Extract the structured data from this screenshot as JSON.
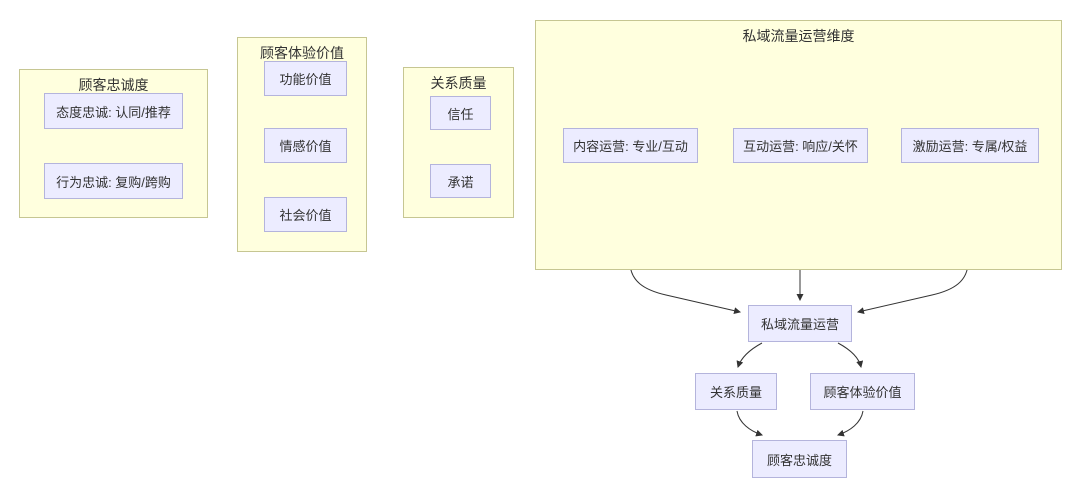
{
  "colors": {
    "background": "#ffffff",
    "cluster_fill": "#ffffde",
    "cluster_border": "#c6c692",
    "node_fill": "#ececff",
    "node_border": "#b4b4dc",
    "text": "#333333",
    "arrow": "#333333"
  },
  "diagram": {
    "clusters": [
      {
        "title": "顾客忠诚度",
        "nodes": [
          "态度忠诚: 认同/推荐",
          "行为忠诚: 复购/跨购"
        ]
      },
      {
        "title": "顾客体验价值",
        "nodes": [
          "功能价值",
          "情感价值",
          "社会价值"
        ]
      },
      {
        "title": "关系质量",
        "nodes": [
          "信任",
          "承诺"
        ]
      },
      {
        "title": "私域流量运营维度",
        "nodes": [
          "内容运营: 专业/互动",
          "互动运营: 响应/关怀",
          "激励运营: 专属/权益"
        ]
      }
    ],
    "flow_nodes": {
      "private_traffic_ops": "私域流量运营",
      "relationship_quality": "关系质量",
      "experience_value": "顾客体验价值",
      "customer_loyalty": "顾客忠诚度"
    },
    "edges": [
      {
        "from": "内容运营: 专业/互动",
        "to": "私域流量运营"
      },
      {
        "from": "互动运营: 响应/关怀",
        "to": "私域流量运营"
      },
      {
        "from": "激励运营: 专属/权益",
        "to": "私域流量运营"
      },
      {
        "from": "私域流量运营",
        "to": "关系质量"
      },
      {
        "from": "私域流量运营",
        "to": "顾客体验价值"
      },
      {
        "from": "关系质量",
        "to": "顾客忠诚度"
      },
      {
        "from": "顾客体验价值",
        "to": "顾客忠诚度"
      }
    ]
  }
}
